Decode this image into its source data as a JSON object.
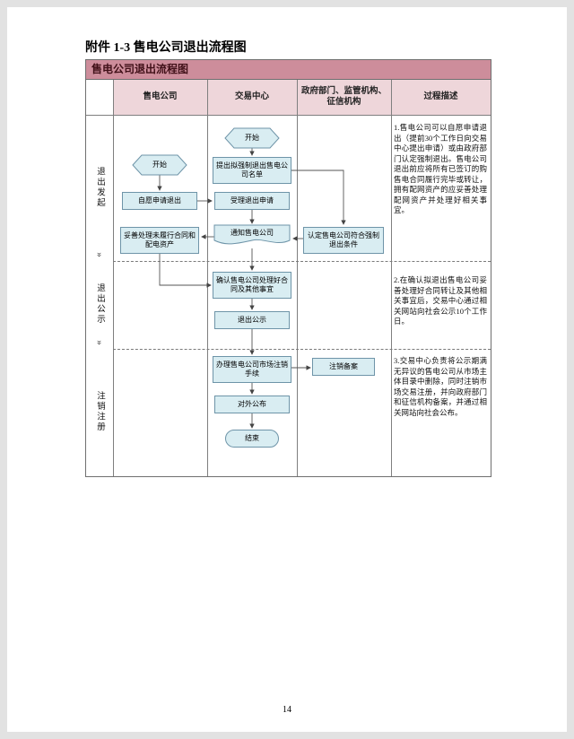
{
  "doc": {
    "title": "附件 1-3  售电公司退出流程图",
    "page_number": "14"
  },
  "chart": {
    "title": "售电公司退出流程图",
    "columns": [
      "售电公司",
      "交易中心",
      "政府部门、监管机构、征信机构",
      "过程描述"
    ],
    "phases": [
      "退出发起",
      "退出公示",
      "注销注册"
    ],
    "icons": {
      "phase_chevron": "»"
    },
    "colors": {
      "title_bar_bg": "#cd8d9b",
      "header_row_bg": "#eed6da",
      "node_fill": "#d9edf2",
      "node_border": "#6e94a8"
    },
    "nodes": {
      "seller_start": "开始",
      "voluntary_apply": "自愿申请退出",
      "settle_contracts": "妥善处理未履行合同和配电资产",
      "center_start": "开始",
      "propose_forced_list": "提出拟强制退出售电公司名单",
      "accept_application": "受理退出申请",
      "notify_company": "通知售电公司",
      "confirm_settled": "确认售电公司处理好合同及其他事宜",
      "exit_publicity": "退出公示",
      "market_deregister": "办理售电公司市场注销手续",
      "public_announce": "对外公布",
      "end": "结束",
      "confirm_forced_exit": "认定售电公司符合强制退出条件",
      "deregister_filing": "注销备案"
    },
    "descriptions": [
      "1.售电公司可以自愿申请退出（提前30个工作日向交易中心提出申请）或由政府部门认定强制退出。售电公司退出前应将所有已签订的购售电合同履行完毕或转让，拥有配网资产的应妥善处理配网资产并处理好相关事宜。",
      "2.在确认拟退出售电公司妥善处理好合同转让及其他相关事宜后，交易中心通过相关网站向社会公示10个工作日。",
      "3.交易中心负责将公示期满无异议的售电公司从市场主体目录中删除，同时注销市场交易注册，并向政府部门和征信机构备案，并通过相关网站向社会公布。"
    ]
  }
}
